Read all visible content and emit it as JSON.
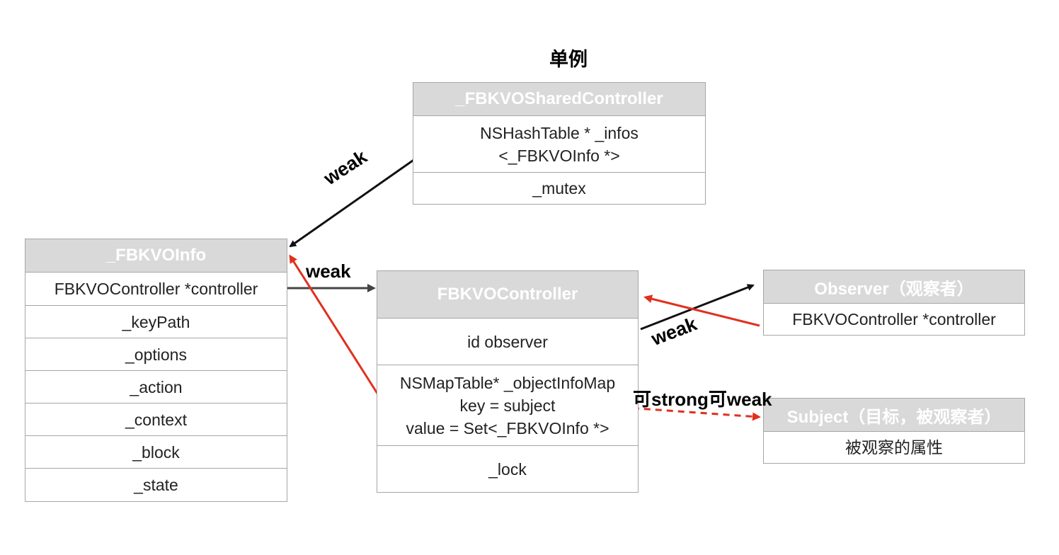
{
  "singleton_label": "单例",
  "shared": {
    "header": "_FBKVOSharedController",
    "rows": [
      "NSHashTable *  _infos",
      "<_FBKVOInfo *>",
      "_mutex"
    ]
  },
  "info": {
    "header": "_FBKVOInfo",
    "rows": [
      "FBKVOController *controller",
      "_keyPath",
      "_options",
      "_action",
      "_context",
      "_block",
      "_state"
    ]
  },
  "controller": {
    "header": "FBKVOController",
    "rows": [
      "id observer",
      "NSMapTable* _objectInfoMap",
      "key = subject",
      "value = Set<_FBKVOInfo *>",
      "_lock"
    ]
  },
  "observer": {
    "header": "Observer（观察者）",
    "rows": [
      "FBKVOController *controller"
    ]
  },
  "subject": {
    "header": "Subject（目标，被观察者）",
    "rows": [
      "被观察的属性"
    ]
  },
  "edges": {
    "weak_shared_to_info": "weak",
    "weak_info_to_controller": "weak",
    "weak_controller_to_observer": "weak",
    "strong_or_weak": "可strong可weak"
  },
  "colors": {
    "header_bg": "#d9d9d9",
    "border": "#a6a6a6",
    "black_arrow": "#111111",
    "red_arrow": "#e0301e",
    "gray_arrow": "#444444"
  }
}
